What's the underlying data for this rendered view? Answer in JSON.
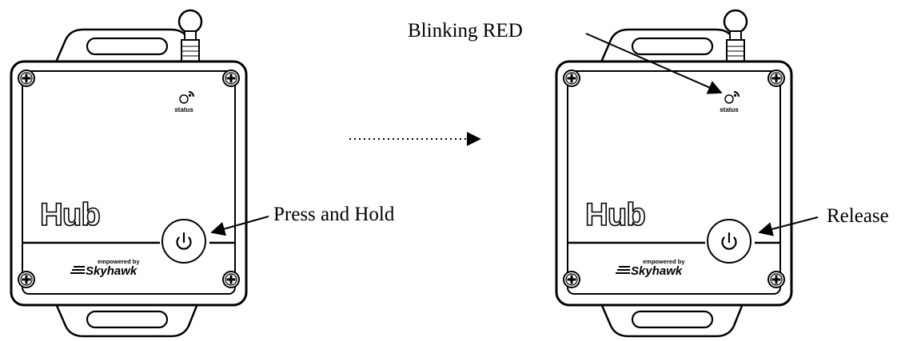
{
  "labels": {
    "blinking": "Blinking RED",
    "press_hold": "Press and Hold",
    "release": "Release"
  },
  "device": {
    "status_label": "status",
    "brand": "Hub",
    "empowered_by": "empowered by",
    "maker": "Skyhawk"
  },
  "icons": {
    "power": "power-icon",
    "wifi": "signal-icon",
    "screw": "screw-icon",
    "antenna": "antenna-icon"
  },
  "colors": {
    "line": "#000000",
    "background": "#ffffff"
  }
}
